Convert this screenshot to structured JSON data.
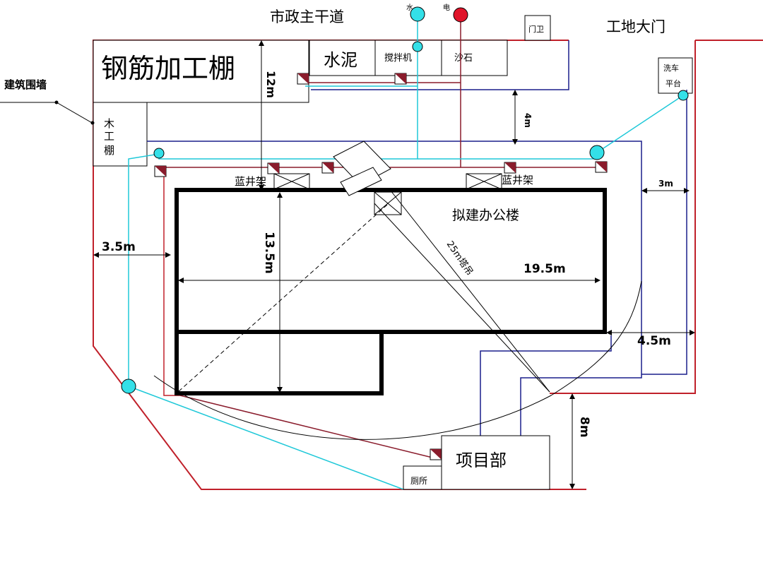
{
  "labels": {
    "main_road": "市政主干道",
    "water": "水",
    "power": "电",
    "guard": "门卫",
    "site_gate": "工地大门",
    "steel_shed": "钢筋加工棚",
    "cement": "水泥",
    "mixer": "搅拌机",
    "sand": "沙石",
    "dim_12m": "12m",
    "wall": "建筑围墙",
    "wood_shed_1": "木",
    "wood_shed_2": "工",
    "wood_shed_3": "棚",
    "dim_4m": "4m",
    "wash_1": "洗车",
    "wash_2": "平台",
    "hoist_left": "蓝井架",
    "hoist_right": "蓝井架",
    "dim_3m": "3m",
    "building": "拟建办公楼",
    "dim_3_5m": "3.5m",
    "dim_13_5m": "13.5m",
    "crane": "25m塔吊",
    "dim_19_5m": "19.5m",
    "dim_4_5m": "4.5m",
    "dim_8m": "8m",
    "project_office": "项目部",
    "toilet": "厕所"
  },
  "colors": {
    "boundary": "#c0202a",
    "water_line": "#1ec8d8",
    "power_line": "#8a1c2c",
    "road_line": "#1a1f8c",
    "building": "#000000",
    "water_node": "#33e0e8",
    "power_node": "#e0142a"
  }
}
